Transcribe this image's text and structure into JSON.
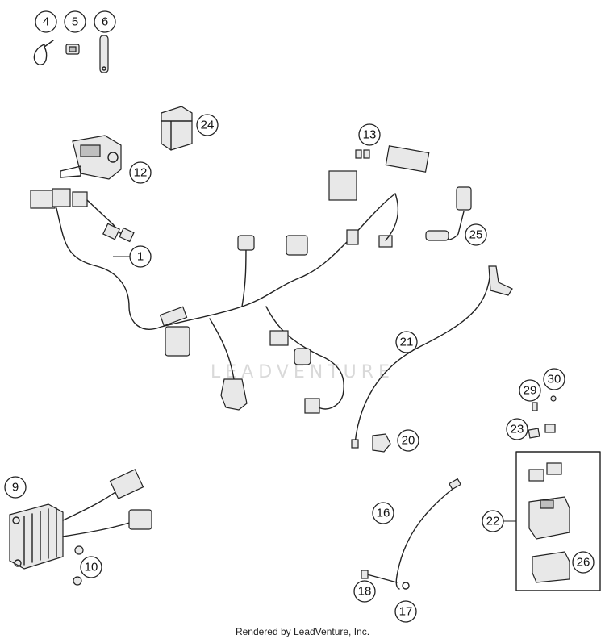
{
  "watermark": "LEADVENTURE",
  "footer": "Rendered by LeadVenture, Inc.",
  "callouts": [
    "4",
    "5",
    "6",
    "24",
    "13",
    "12",
    "1",
    "25",
    "21",
    "30",
    "29",
    "20",
    "23",
    "9",
    "22",
    "16",
    "10",
    "26",
    "18",
    "17"
  ]
}
